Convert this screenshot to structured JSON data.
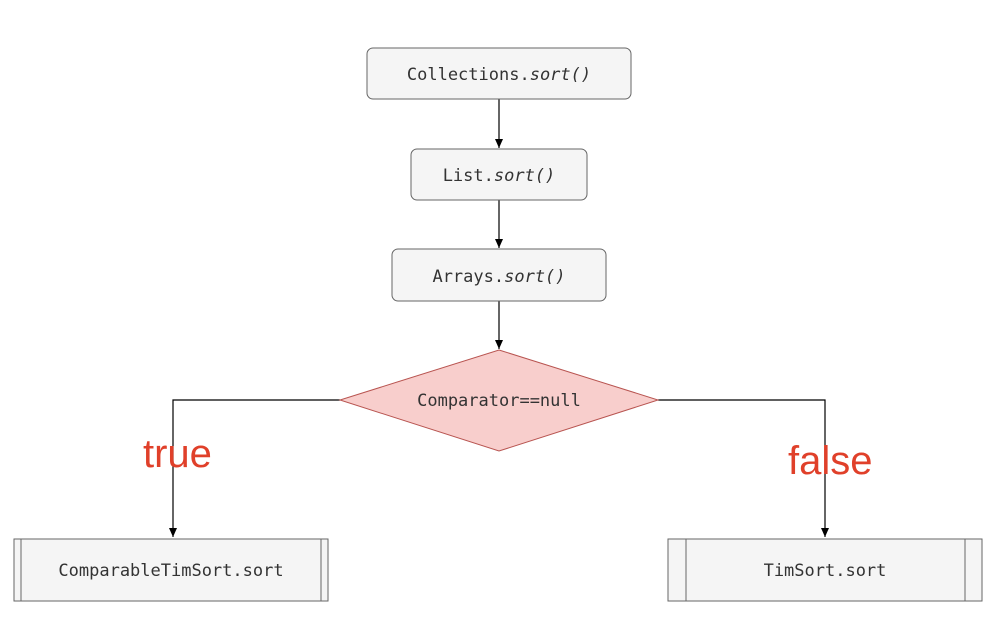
{
  "nodes": {
    "collections_sort": {
      "prefix": "Collections.",
      "method": "sort()"
    },
    "list_sort": {
      "prefix": "List.",
      "method": "sort()"
    },
    "arrays_sort": {
      "prefix": "Arrays.",
      "method": "sort()"
    },
    "decision": {
      "label": "Comparator==null"
    },
    "comparable_timsort": {
      "label": "ComparableTimSort.sort"
    },
    "timsort": {
      "label": "TimSort.sort"
    }
  },
  "branches": {
    "true_label": "true",
    "false_label": "false"
  },
  "colors": {
    "box_fill": "#f5f5f5",
    "box_stroke": "#666666",
    "decision_fill": "#f8cecc",
    "decision_stroke": "#b85450",
    "branch_label": "#e0402a"
  }
}
